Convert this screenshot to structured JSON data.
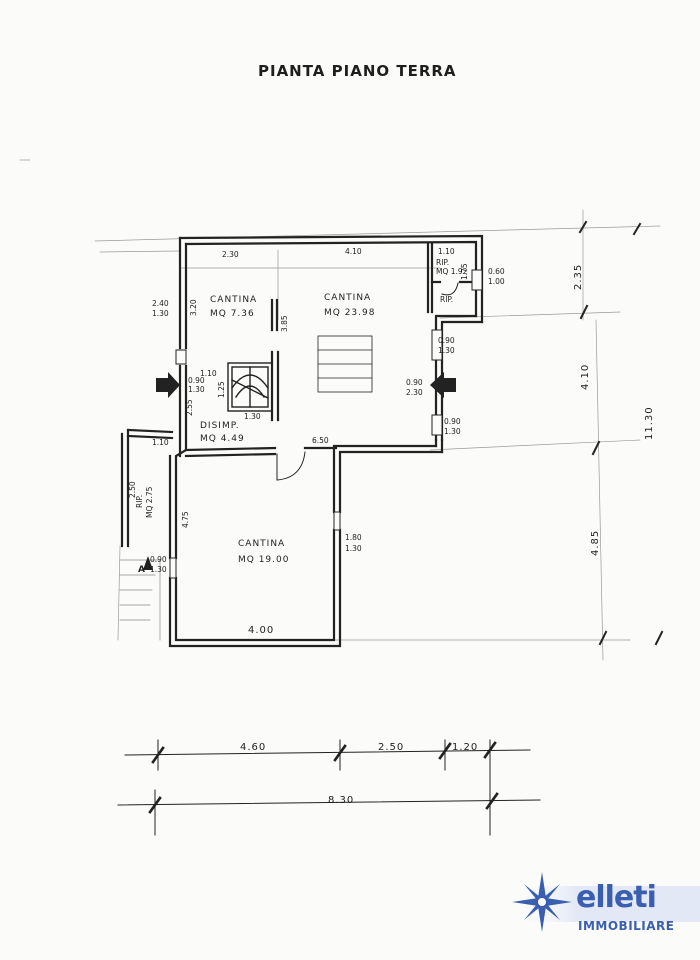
{
  "title": "PIANTA PIANO TERRA",
  "rooms": [
    {
      "name": "CANTINA",
      "area": "MQ 7.36"
    },
    {
      "name": "CANTINA",
      "area": "MQ 23.98"
    },
    {
      "name": "CANTINA",
      "area": "MQ 19.00"
    },
    {
      "name": "DISIMP.",
      "area": "MQ 4.49"
    },
    {
      "name": "RIP.",
      "area": "MQ 1.92"
    },
    {
      "name": "RIP.",
      "area": "MQ 2.75"
    },
    {
      "name": "RIP.",
      "area": ""
    }
  ],
  "dimensions": {
    "top_230": "2.30",
    "top_410": "4.10",
    "top_110": "1.10",
    "d_240": "2.40",
    "d_130a": "1.30",
    "d_320": "3.20",
    "d_385": "3.85",
    "d_110b": "1.10",
    "d_125": "1.25",
    "d_130b": "1.30",
    "d_090a": "0.90",
    "d_130c": "1.30",
    "d_255": "2.55",
    "d_175": "1.75",
    "d_060": "0.60",
    "d_100": "1.00",
    "d_090b": "0.90",
    "d_130d": "1.30",
    "d_090c": "0.90",
    "d_230b": "2.30",
    "d_090d": "0.90",
    "d_130e": "1.30",
    "d_650": "6.50",
    "d_110c": "1.10",
    "d_250": "2.50",
    "d_475": "4.75",
    "d_090e": "0.90",
    "d_130f": "1.30",
    "d_180": "1.80",
    "d_130g": "1.30",
    "d_400": "4.00",
    "right_235": "2.35",
    "right_410": "4.10",
    "right_1130": "11.30",
    "right_485": "4.85",
    "bottom_460": "4.60",
    "bottom_250": "2.50",
    "bottom_120": "1.20",
    "bottom_830": "8.30",
    "section_mark": "A"
  },
  "logo": {
    "name": "elleti",
    "sub": "IMMOBILIARE",
    "color": "#3a5fb0"
  }
}
